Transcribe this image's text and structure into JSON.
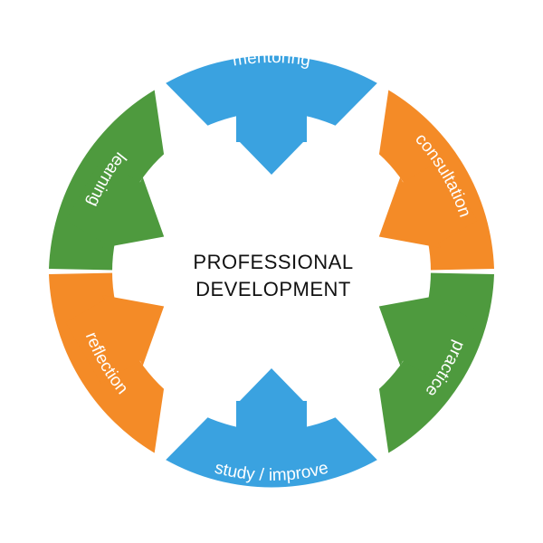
{
  "center": {
    "line1": "PROFESSIONAL",
    "line2": "DEVELOPMENT"
  },
  "colors": {
    "blue": "#3aa2e0",
    "orange": "#f48b27",
    "green": "#4e9a3e"
  },
  "segments": [
    {
      "id": "mentoring",
      "label": "mentoring",
      "color": "blue"
    },
    {
      "id": "consultation",
      "label": "consultation",
      "color": "orange"
    },
    {
      "id": "practice",
      "label": "practice",
      "color": "green"
    },
    {
      "id": "study-improve",
      "label": "study / improve",
      "color": "blue"
    },
    {
      "id": "reflection",
      "label": "reflection",
      "color": "orange"
    },
    {
      "id": "learning",
      "label": "learning",
      "color": "green"
    }
  ]
}
